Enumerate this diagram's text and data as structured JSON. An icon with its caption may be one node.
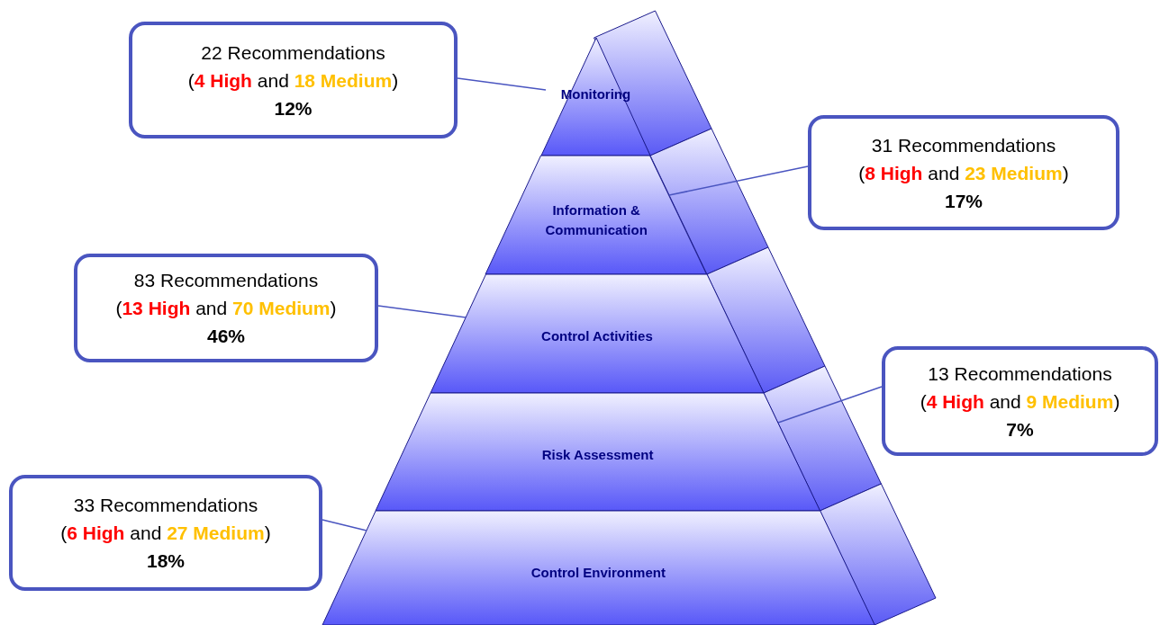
{
  "diagram": {
    "nodes": [
      {
        "text": [
          "Monitoring"
        ]
      },
      {
        "text": [
          "Information & Communication"
        ]
      },
      {
        "text": [
          "Control Activities"
        ]
      },
      {
        "text": [
          "Risk Assessment"
        ]
      },
      {
        "text": [
          "Control Environment"
        ]
      },
      {
        "text": [
          "22 Recommendations",
          "(**4 High** and **18 Medium**)",
          "12%"
        ]
      },
      {
        "text": [
          "31 Recommendations",
          "(**8 High** and **23 Medium**)",
          "17%"
        ]
      },
      {
        "text": [
          "83 Recommendations",
          "(**13 High** and **70 Medium**)",
          "46%"
        ]
      },
      {
        "text": [
          "13 Recommendations",
          "(**4 High** and **9 Medium**)",
          "7%"
        ]
      },
      {
        "text": [
          "33 Recommendations",
          "(**6 High** and **27 Medium**)",
          "18%"
        ]
      }
    ],
    "edges": [
      {
        "from": 5,
        "to": 0,
        "arrow": "none"
      },
      {
        "from": 6,
        "to": 1,
        "arrow": "none"
      },
      {
        "from": 7,
        "to": 2,
        "arrow": "none"
      },
      {
        "from": 8,
        "to": 3,
        "arrow": "none"
      },
      {
        "from": 9,
        "to": 4,
        "arrow": "none"
      }
    ]
  }
}
